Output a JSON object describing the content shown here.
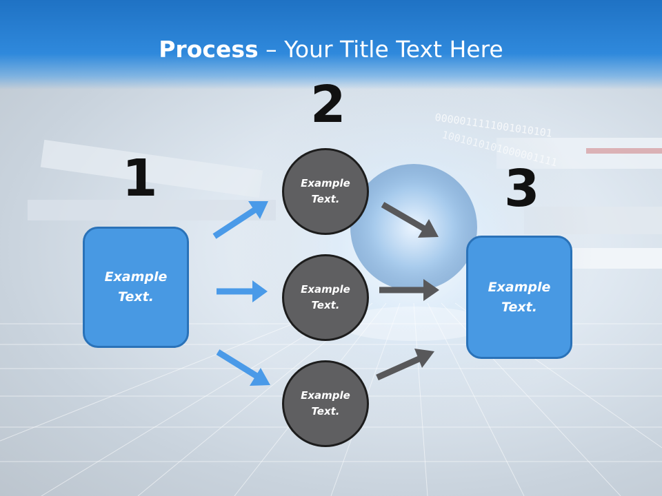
{
  "title": {
    "bold": "Process",
    "rest": " – Your Title Text Here"
  },
  "steps": {
    "one": "1",
    "two": "2",
    "three": "3"
  },
  "left_box": {
    "text": "Example\nText."
  },
  "right_box": {
    "text": "Example\nText."
  },
  "circles": [
    {
      "text": "Example\nText."
    },
    {
      "text": "Example\nText."
    },
    {
      "text": "Example\nText."
    }
  ],
  "colors": {
    "header": "#2f89dc",
    "box": "#4899e3",
    "circle": "#5f5f61",
    "blue_arrow": "#4a9ae8",
    "gray_arrow": "#58585a"
  },
  "binary_text": "0000011111001010101",
  "binary_text_2": "1001010101000001111"
}
